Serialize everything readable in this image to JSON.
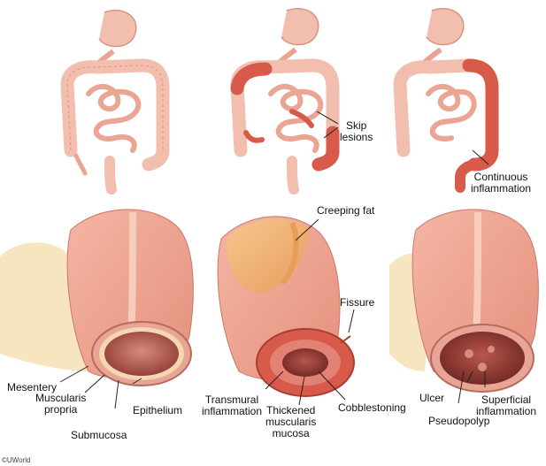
{
  "colors": {
    "tract_fill": "#f2bfae",
    "tract_outline": "#d9937f",
    "inflamed": "#d85a4a",
    "mucosa": "#e9a090",
    "lumen_dark": "#7a2e2a",
    "fat": "#efb36a",
    "mesentery": "#f5deb0"
  },
  "labels": {
    "skip_lesions": "Skip\nlesions",
    "continuous_inflammation": "Continuous\ninflammation",
    "creeping_fat": "Creeping fat",
    "fissure": "Fissure",
    "mesentery": "Mesentery",
    "muscularis_propria": "Muscularis\npropria",
    "epithelium": "Epithelium",
    "submucosa": "Submucosa",
    "transmural_inflammation": "Transmural\ninflammation",
    "thickened_muscularis_mucosa": "Thickened\nmuscularis\nmucosa",
    "cobblestoning": "Cobblestoning",
    "ulcer": "Ulcer",
    "superficial_inflammation": "Superficial\ninflammation",
    "pseudopolyp": "Pseudopolyp"
  },
  "copyright": "©UWorld"
}
